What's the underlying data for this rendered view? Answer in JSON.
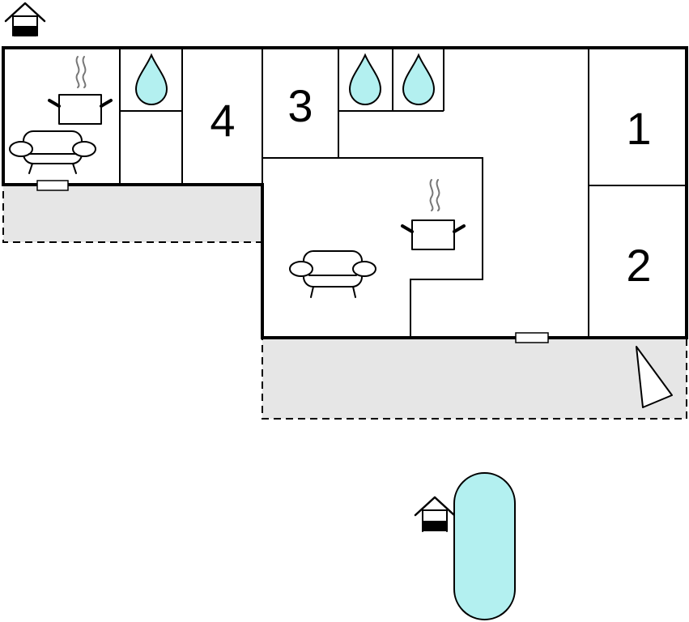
{
  "rooms": {
    "room_1": "1",
    "room_2": "2",
    "room_3": "3",
    "room_4": "4"
  },
  "icons": {
    "house": "house-icon",
    "kitchen": "cooking-pot-icon",
    "bathroom": "water-drop-icon",
    "living": "sofa-icon",
    "door": "door-icon",
    "compass": "north-arrow-icon",
    "pool": "swimming-pool-icon"
  },
  "colors": {
    "terrace": "#e6e6e6",
    "water": "#b3f0f0",
    "walls": "#000000"
  }
}
